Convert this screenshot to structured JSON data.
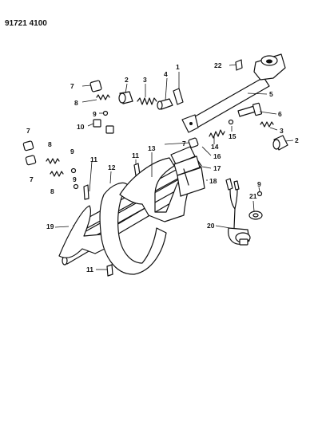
{
  "diagram_code": "91721 4100",
  "callouts": [
    "1",
    "2",
    "3",
    "4",
    "5",
    "6",
    "7",
    "8",
    "9",
    "10",
    "11",
    "12",
    "13",
    "14",
    "15",
    "16",
    "17",
    "18",
    "19",
    "20",
    "21",
    "22"
  ]
}
